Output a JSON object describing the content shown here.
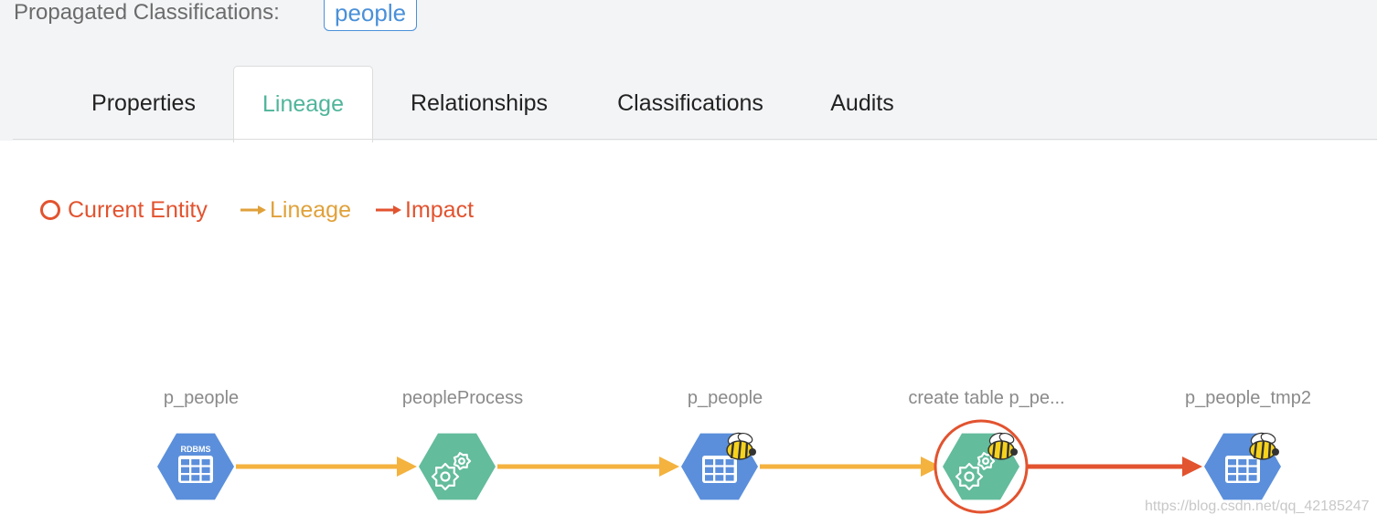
{
  "header": {
    "propagated_label": "Propagated Classifications:",
    "tag": "people"
  },
  "tabs": [
    {
      "label": "Properties",
      "active": false
    },
    {
      "label": "Lineage",
      "active": true
    },
    {
      "label": "Relationships",
      "active": false
    },
    {
      "label": "Classifications",
      "active": false
    },
    {
      "label": "Audits",
      "active": false
    }
  ],
  "legend": {
    "current": "Current Entity",
    "lineage": "Lineage",
    "impact": "Impact"
  },
  "colors": {
    "lineage": "#f4b23e",
    "impact": "#e2532f",
    "current": "#e2532f",
    "dataset": "#5b8fdb",
    "process": "#63bc9c",
    "legend_lineage": "#e0a13a",
    "tab_active": "#4fb59a"
  },
  "nodes": [
    {
      "label": "p_people",
      "kind": "dataset",
      "icon": "table-icon",
      "badge": "RDBMS"
    },
    {
      "label": "peopleProcess",
      "kind": "process",
      "icon": "gears-icon",
      "badge": ""
    },
    {
      "label": "p_people",
      "kind": "dataset",
      "icon": "table-icon",
      "badge": "hive-bee-icon"
    },
    {
      "label": "create table p_pe...",
      "kind": "process",
      "icon": "gears-icon",
      "badge": "hive-bee-icon",
      "current": true
    },
    {
      "label": "p_people_tmp2",
      "kind": "dataset",
      "icon": "table-icon",
      "badge": "hive-bee-icon"
    }
  ],
  "edges": [
    {
      "from": 0,
      "to": 1,
      "type": "lineage"
    },
    {
      "from": 1,
      "to": 2,
      "type": "lineage"
    },
    {
      "from": 2,
      "to": 3,
      "type": "lineage"
    },
    {
      "from": 3,
      "to": 4,
      "type": "impact"
    }
  ],
  "watermark": "https://blog.csdn.net/qq_42185247"
}
